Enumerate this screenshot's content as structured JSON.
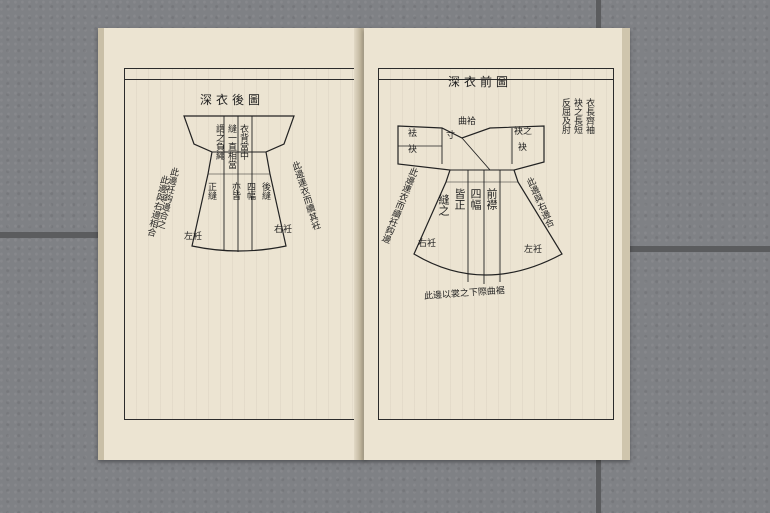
{
  "left_page": {
    "title": "深衣後圖",
    "labels": {
      "back_seam": "後縫",
      "four_panels": "四幅",
      "also_straight": "亦皆",
      "straight_seam": "正縫",
      "left_skirt": "左衽",
      "right_skirt": "右衽",
      "back_center": "衣背當中",
      "seam_straight": "縫一直相當",
      "called_straight": "謂之負繩",
      "side_note": "此邊連衣而續其衽",
      "curve_note": "此邊衽鈎邊合之",
      "left_note": "此邊與右邊相合"
    }
  },
  "right_page": {
    "title": "深衣前圖",
    "labels": {
      "curved_collar": "曲袷",
      "inch": "寸",
      "left_sleeve": "袂",
      "left_sleeve_2": "袪",
      "sleeve_end": "袂之",
      "sleeve_right": "袂",
      "front_placket": "前襟",
      "four_panels": "四幅",
      "all_straight": "皆正",
      "continued": "縫之",
      "right_skirt": "右衽",
      "left_skirt": "左衽",
      "side_note_right": "此邊連衣而續衽鈎邊",
      "side_note_left": "此邊與右邊合",
      "hem_note": "此邊以裳之下際曲裾",
      "top_note_1": "衣長齊袖",
      "top_note_2": "袂之長短",
      "top_note_3": "反屈及肘"
    }
  },
  "colors": {
    "paper": "#ece4d2",
    "ink": "#1f1f1f",
    "stone": "#7f8185"
  }
}
